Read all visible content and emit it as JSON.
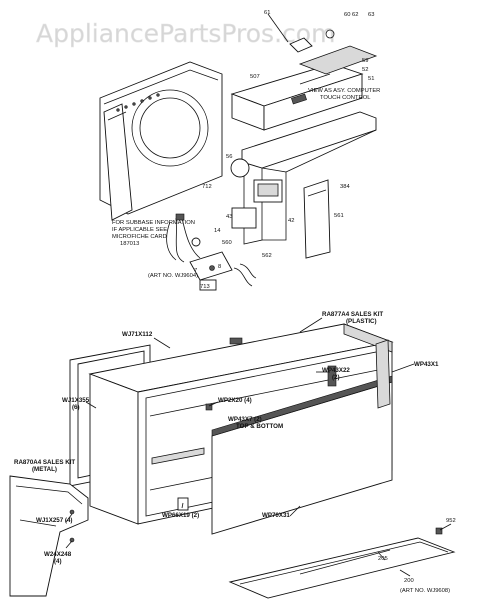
{
  "watermark": "AppliancePartsPros.com",
  "notes": {
    "subbase": [
      "FOR SUBBASE INFORMATION",
      "IF APPLICABLE SEE",
      "MICROFICHE CARD",
      "187013"
    ],
    "computer": [
      "VIEW AS ASY. COMPUTER",
      "TOUCH CONTROL"
    ],
    "art_top": "(ART NO. WJ9604)",
    "art_bottom": "(ART NO. WJ9608)"
  },
  "kits": {
    "plastic": [
      "RA877A4 SALES KIT",
      "(PLASTIC)"
    ],
    "metal": [
      "RA870A4 SALES KIT",
      "(METAL)"
    ]
  },
  "part_labels": [
    {
      "id": "wj71x112",
      "text": "WJ71X112"
    },
    {
      "id": "wp43x1",
      "text": "WP43X1"
    },
    {
      "id": "wp43x22",
      "text": "WP43X22"
    },
    {
      "id": "wp43x22-qty",
      "text": "(2)"
    },
    {
      "id": "wj1x355",
      "text": "WJ1X355"
    },
    {
      "id": "wj1x355-qty",
      "text": "(6)"
    },
    {
      "id": "wp2x20",
      "text": "WP2X20 (4)"
    },
    {
      "id": "wp43x7",
      "text": "WP43X7 (2)"
    },
    {
      "id": "wp43x7-note",
      "text": "TOP & BOTTOM"
    },
    {
      "id": "wp66x19",
      "text": "WP66X19 (2)"
    },
    {
      "id": "wp70x31",
      "text": "WP70X31"
    },
    {
      "id": "wj1x257",
      "text": "WJ1X257 (4)"
    },
    {
      "id": "w24x248",
      "text": "W24X248"
    },
    {
      "id": "w24x248-qty",
      "text": "(4)"
    }
  ],
  "callouts": [
    {
      "id": "c61",
      "text": "61"
    },
    {
      "id": "c60",
      "text": "60"
    },
    {
      "id": "c62",
      "text": "62"
    },
    {
      "id": "c63",
      "text": "63"
    },
    {
      "id": "c507",
      "text": "507"
    },
    {
      "id": "c59",
      "text": "59"
    },
    {
      "id": "c52",
      "text": "52"
    },
    {
      "id": "c51",
      "text": "51"
    },
    {
      "id": "c56",
      "text": "56"
    },
    {
      "id": "c712",
      "text": "712"
    },
    {
      "id": "c384",
      "text": "384"
    },
    {
      "id": "c561",
      "text": "561"
    },
    {
      "id": "c43",
      "text": "43"
    },
    {
      "id": "c42",
      "text": "42"
    },
    {
      "id": "c14",
      "text": "14"
    },
    {
      "id": "c560",
      "text": "560"
    },
    {
      "id": "c562",
      "text": "562"
    },
    {
      "id": "c7",
      "text": "7"
    },
    {
      "id": "c8",
      "text": "8"
    },
    {
      "id": "c713",
      "text": "713"
    },
    {
      "id": "c952",
      "text": "952"
    },
    {
      "id": "c205",
      "text": "205"
    },
    {
      "id": "c200",
      "text": "200"
    }
  ]
}
